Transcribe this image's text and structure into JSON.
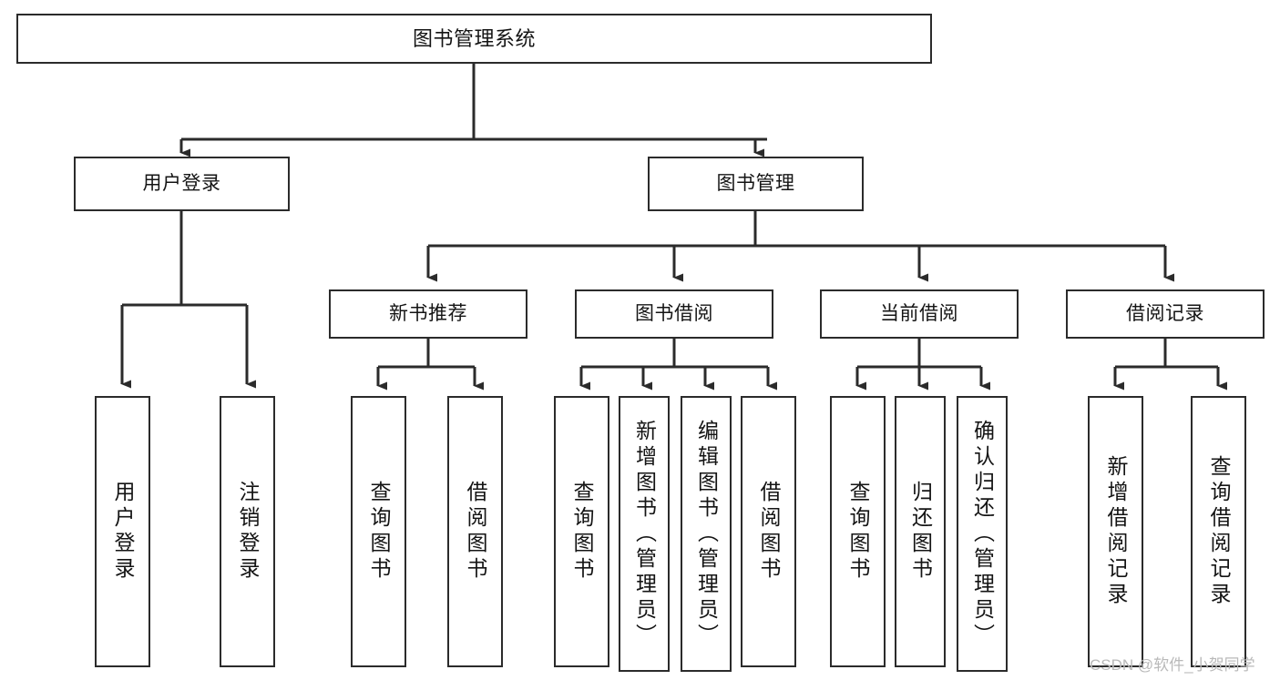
{
  "diagram": {
    "title": "图书管理系统",
    "type": "tree",
    "background_color": "#ffffff",
    "line_color": "#2b2b2b",
    "text_color": "#141414",
    "watermark": "CSDN @软件_小贺同学",
    "watermark_color": "#b9b9b9"
  },
  "nodes": {
    "root": {
      "label": "图书管理系统"
    },
    "level1": [
      {
        "id": "user-login",
        "label": "用户登录"
      },
      {
        "id": "book-management",
        "label": "图书管理"
      }
    ],
    "level2": [
      {
        "id": "new-book-recommend",
        "label": "新书推荐"
      },
      {
        "id": "book-borrow",
        "label": "图书借阅"
      },
      {
        "id": "current-borrow",
        "label": "当前借阅"
      },
      {
        "id": "borrow-record",
        "label": "借阅记录"
      }
    ],
    "leaves": [
      {
        "id": "leaf-user-login",
        "label": "用户登录",
        "parent": "user-login"
      },
      {
        "id": "leaf-user-logout",
        "label": "注销登录",
        "parent": "user-login"
      },
      {
        "id": "leaf-query-book-1",
        "label": "查询图书",
        "parent": "new-book-recommend"
      },
      {
        "id": "leaf-borrow-book-1",
        "label": "借阅图书",
        "parent": "new-book-recommend"
      },
      {
        "id": "leaf-query-book-2",
        "label": "查询图书",
        "parent": "book-borrow"
      },
      {
        "id": "leaf-add-book-admin",
        "label": "新增图书（管理员）",
        "parent": "book-borrow"
      },
      {
        "id": "leaf-edit-book-admin",
        "label": "编辑图书（管理员）",
        "parent": "book-borrow"
      },
      {
        "id": "leaf-borrow-book-2",
        "label": "借阅图书",
        "parent": "book-borrow"
      },
      {
        "id": "leaf-query-book-3",
        "label": "查询图书",
        "parent": "current-borrow"
      },
      {
        "id": "leaf-return-book",
        "label": "归还图书",
        "parent": "current-borrow"
      },
      {
        "id": "leaf-confirm-return-admin",
        "label": "确认归还（管理员）",
        "parent": "current-borrow"
      },
      {
        "id": "leaf-add-record",
        "label": "新增借阅记录",
        "parent": "borrow-record"
      },
      {
        "id": "leaf-query-record",
        "label": "查询借阅记录",
        "parent": "borrow-record"
      }
    ]
  }
}
